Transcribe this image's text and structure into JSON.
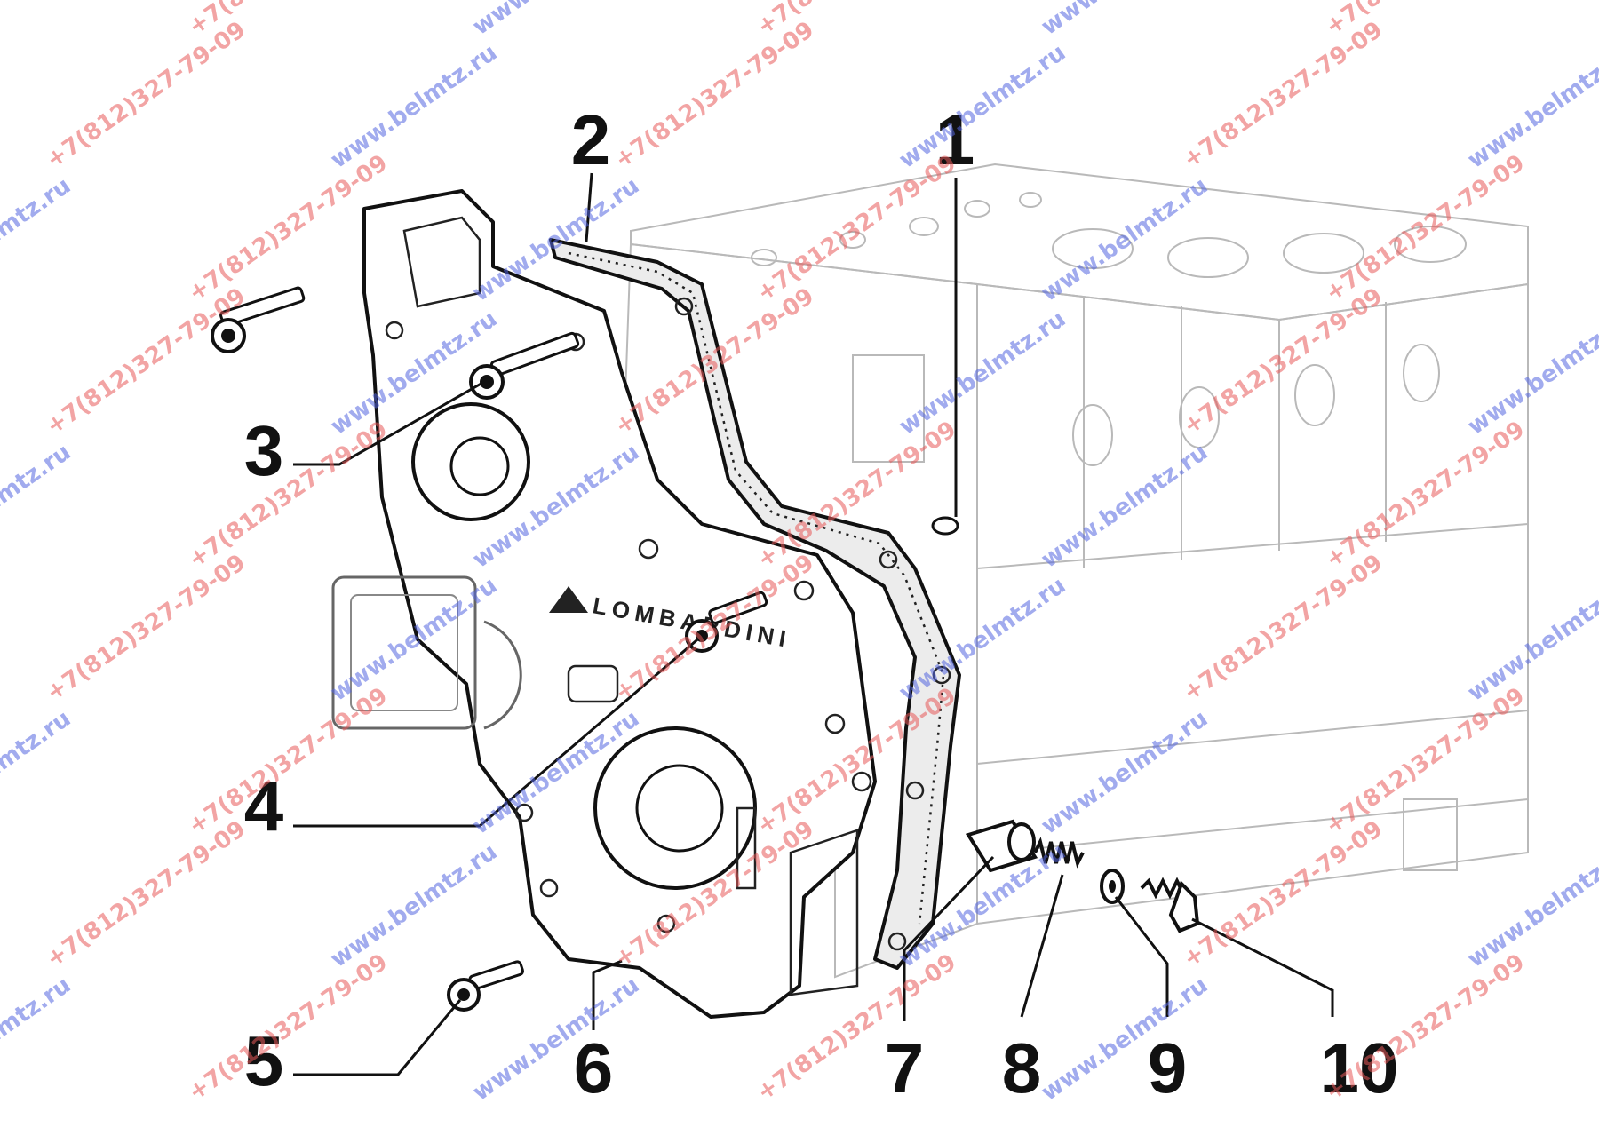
{
  "diagram": {
    "callouts": [
      {
        "id": "1",
        "label": "1"
      },
      {
        "id": "2",
        "label": "2"
      },
      {
        "id": "3",
        "label": "3"
      },
      {
        "id": "4",
        "label": "4"
      },
      {
        "id": "5",
        "label": "5"
      },
      {
        "id": "6",
        "label": "6"
      },
      {
        "id": "7",
        "label": "7"
      },
      {
        "id": "8",
        "label": "8"
      },
      {
        "id": "9",
        "label": "9"
      },
      {
        "id": "10",
        "label": "10"
      }
    ],
    "cover_logo_text": "LOMBARDINI",
    "watermarks": {
      "site": "www.belmtz.ru",
      "phone": "+7(812)327-79-09",
      "site_color": "#5566e0",
      "phone_color": "#e85a5a"
    }
  }
}
